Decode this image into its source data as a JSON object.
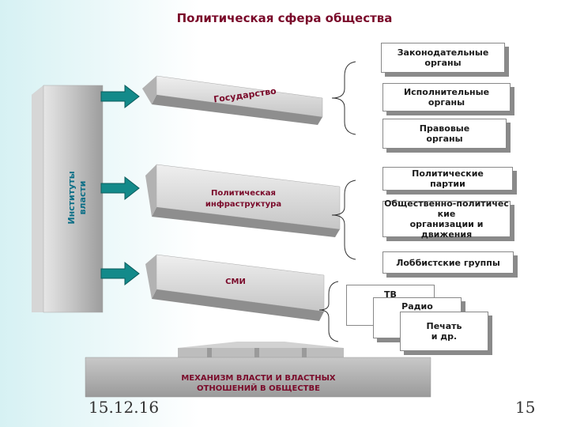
{
  "title": "Политическая сфера общества",
  "pillar_label": "Институты\nвласти",
  "slabs": {
    "state": "Государство",
    "infrastructure": "Политическая\nинфраструктура",
    "media": "СМИ"
  },
  "state_bodies": [
    "Законодательные\nорганы",
    "Исполнительные\nорганы",
    "Правовые\nорганы"
  ],
  "infrastructure_items": [
    "Политические\nпартии",
    "Общественно-политичес\nкие\nорганизации и движения",
    "Лоббистские группы"
  ],
  "media_items": [
    "ТВ",
    "Радио",
    "Печать\nи др."
  ],
  "mechanism": "МЕХАНИЗМ ВЛАСТИ И ВЛАСТНЫХ\nОТНОШЕНИЙ В ОБЩЕСТВЕ",
  "footer": {
    "date": "15.12.16",
    "page": "15"
  },
  "colors": {
    "arrow": "#138a8a",
    "slab": "#c8c8c8",
    "label_dark_red": "#7a0a2a",
    "pillar_label": "#0b6e86"
  }
}
